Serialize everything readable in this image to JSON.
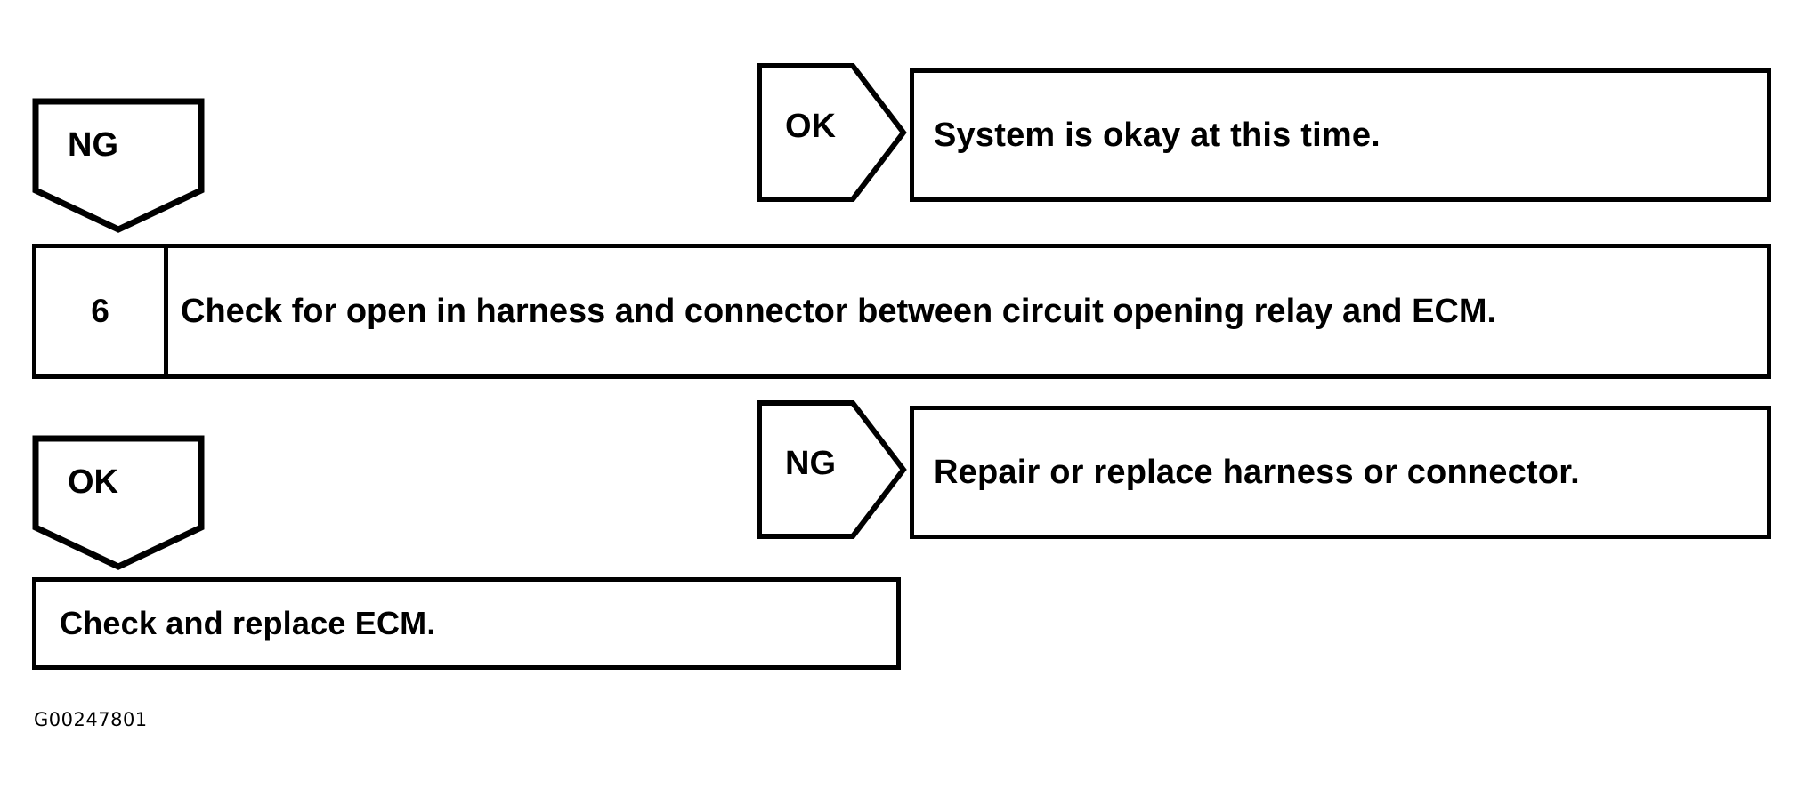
{
  "figure": {
    "caption": "G00247801",
    "ink_color": "#000000",
    "background_color": "#ffffff"
  },
  "connectors": {
    "ng_down": {
      "label": "NG",
      "direction": "down"
    },
    "ok_down": {
      "label": "OK",
      "direction": "down"
    },
    "ok_right": {
      "label": "OK",
      "direction": "right"
    },
    "ng_right": {
      "label": "NG",
      "direction": "right"
    }
  },
  "results": {
    "system_ok": "System is okay at this time.",
    "repair_harness": "Repair or replace harness or connector."
  },
  "step": {
    "number": "6",
    "description": "Check for open in harness and connector between circuit opening relay and ECM."
  },
  "final_action": {
    "text": "Check and replace ECM."
  }
}
